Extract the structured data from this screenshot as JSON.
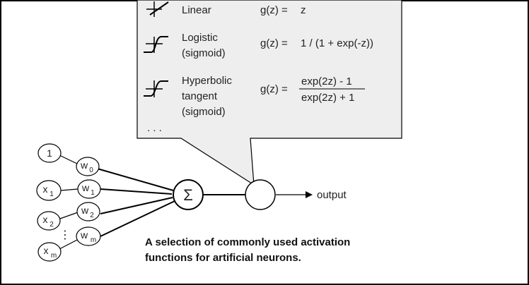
{
  "activation_functions": [
    {
      "name_lines": [
        "Linear"
      ],
      "g_label": "g(z) =",
      "formula": "z",
      "icon": "linear-function-icon"
    },
    {
      "name_lines": [
        "Logistic",
        "(sigmoid)"
      ],
      "g_label": "g(z) =",
      "formula": "1 / (1 + exp(-z))",
      "icon": "logistic-sigmoid-icon"
    },
    {
      "name_lines": [
        "Hyperbolic",
        "tangent",
        "(sigmoid)"
      ],
      "g_label": "g(z) =",
      "numerator": "exp(2z) - 1",
      "denominator": "exp(2z) + 1",
      "icon": "tanh-sigmoid-icon"
    }
  ],
  "ellipsis": ". . .",
  "inputs": [
    {
      "base": "1",
      "sub": ""
    },
    {
      "base": "x",
      "sub": "1"
    },
    {
      "base": "x",
      "sub": "2"
    },
    {
      "base": "x",
      "sub": "m"
    }
  ],
  "weights": [
    {
      "base": "w",
      "sub": "0"
    },
    {
      "base": "w",
      "sub": "1"
    },
    {
      "base": "w",
      "sub": "2"
    },
    {
      "base": "w",
      "sub": "m"
    }
  ],
  "vertical_dots": "⋮",
  "summation_symbol": "Σ",
  "output_label": "output",
  "caption_lines": [
    "A selection of commonly used activation",
    "functions for artificial neurons."
  ],
  "colors": {
    "callout_fill": "#eeeeee",
    "stroke": "#000000"
  }
}
